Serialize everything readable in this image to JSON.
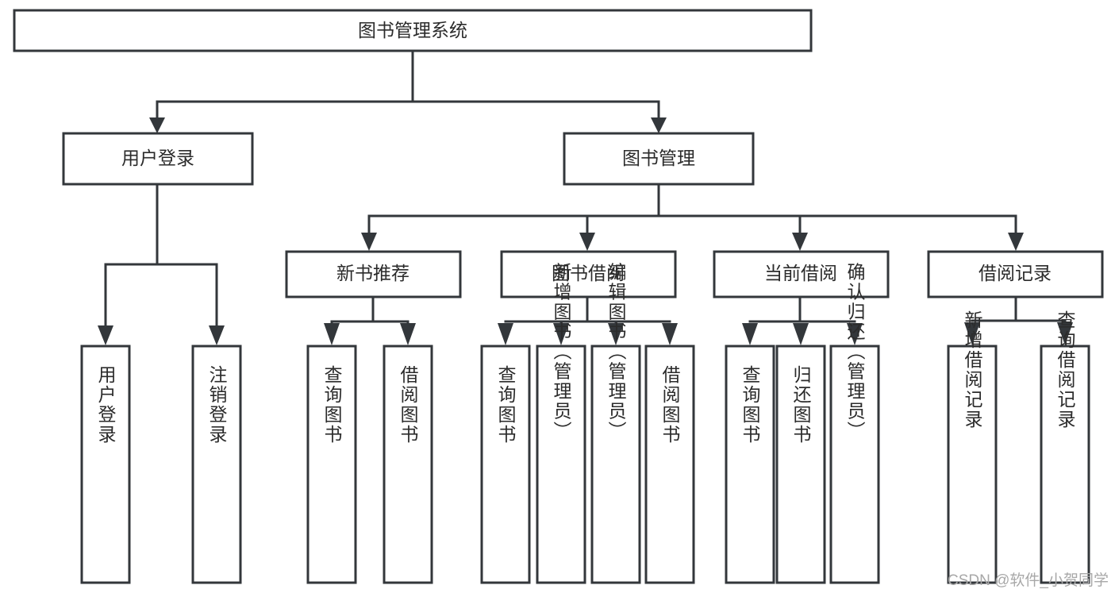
{
  "diagram": {
    "title": "图书管理系统",
    "watermark": "CSDN @软件_小贺同学",
    "colors": {
      "stroke": "#33373b",
      "fill": "#ffffff",
      "text": "#2b2b2b",
      "watermark": "#a8a8a8",
      "background": "#ffffff"
    },
    "nodes": {
      "root": "图书管理系统",
      "level2": {
        "user_login": "用户登录",
        "book_manage": "图书管理"
      },
      "level3": {
        "new_book_recommend": "新书推荐",
        "book_borrow": "图书借阅",
        "current_borrow": "当前借阅",
        "borrow_record": "借阅记录"
      },
      "leaves": {
        "user_login_children": [
          "用户登录",
          "注销登录"
        ],
        "new_book_recommend_children": [
          "查询图书",
          "借阅图书"
        ],
        "book_borrow_children": [
          "查询图书",
          "新增图书（管理员）",
          "编辑图书（管理员）",
          "借阅图书"
        ],
        "current_borrow_children": [
          "查询图书",
          "归还图书",
          "确认归还（管理员）"
        ],
        "borrow_record_children": [
          "新增借阅记录",
          "查询借阅记录"
        ]
      }
    }
  }
}
